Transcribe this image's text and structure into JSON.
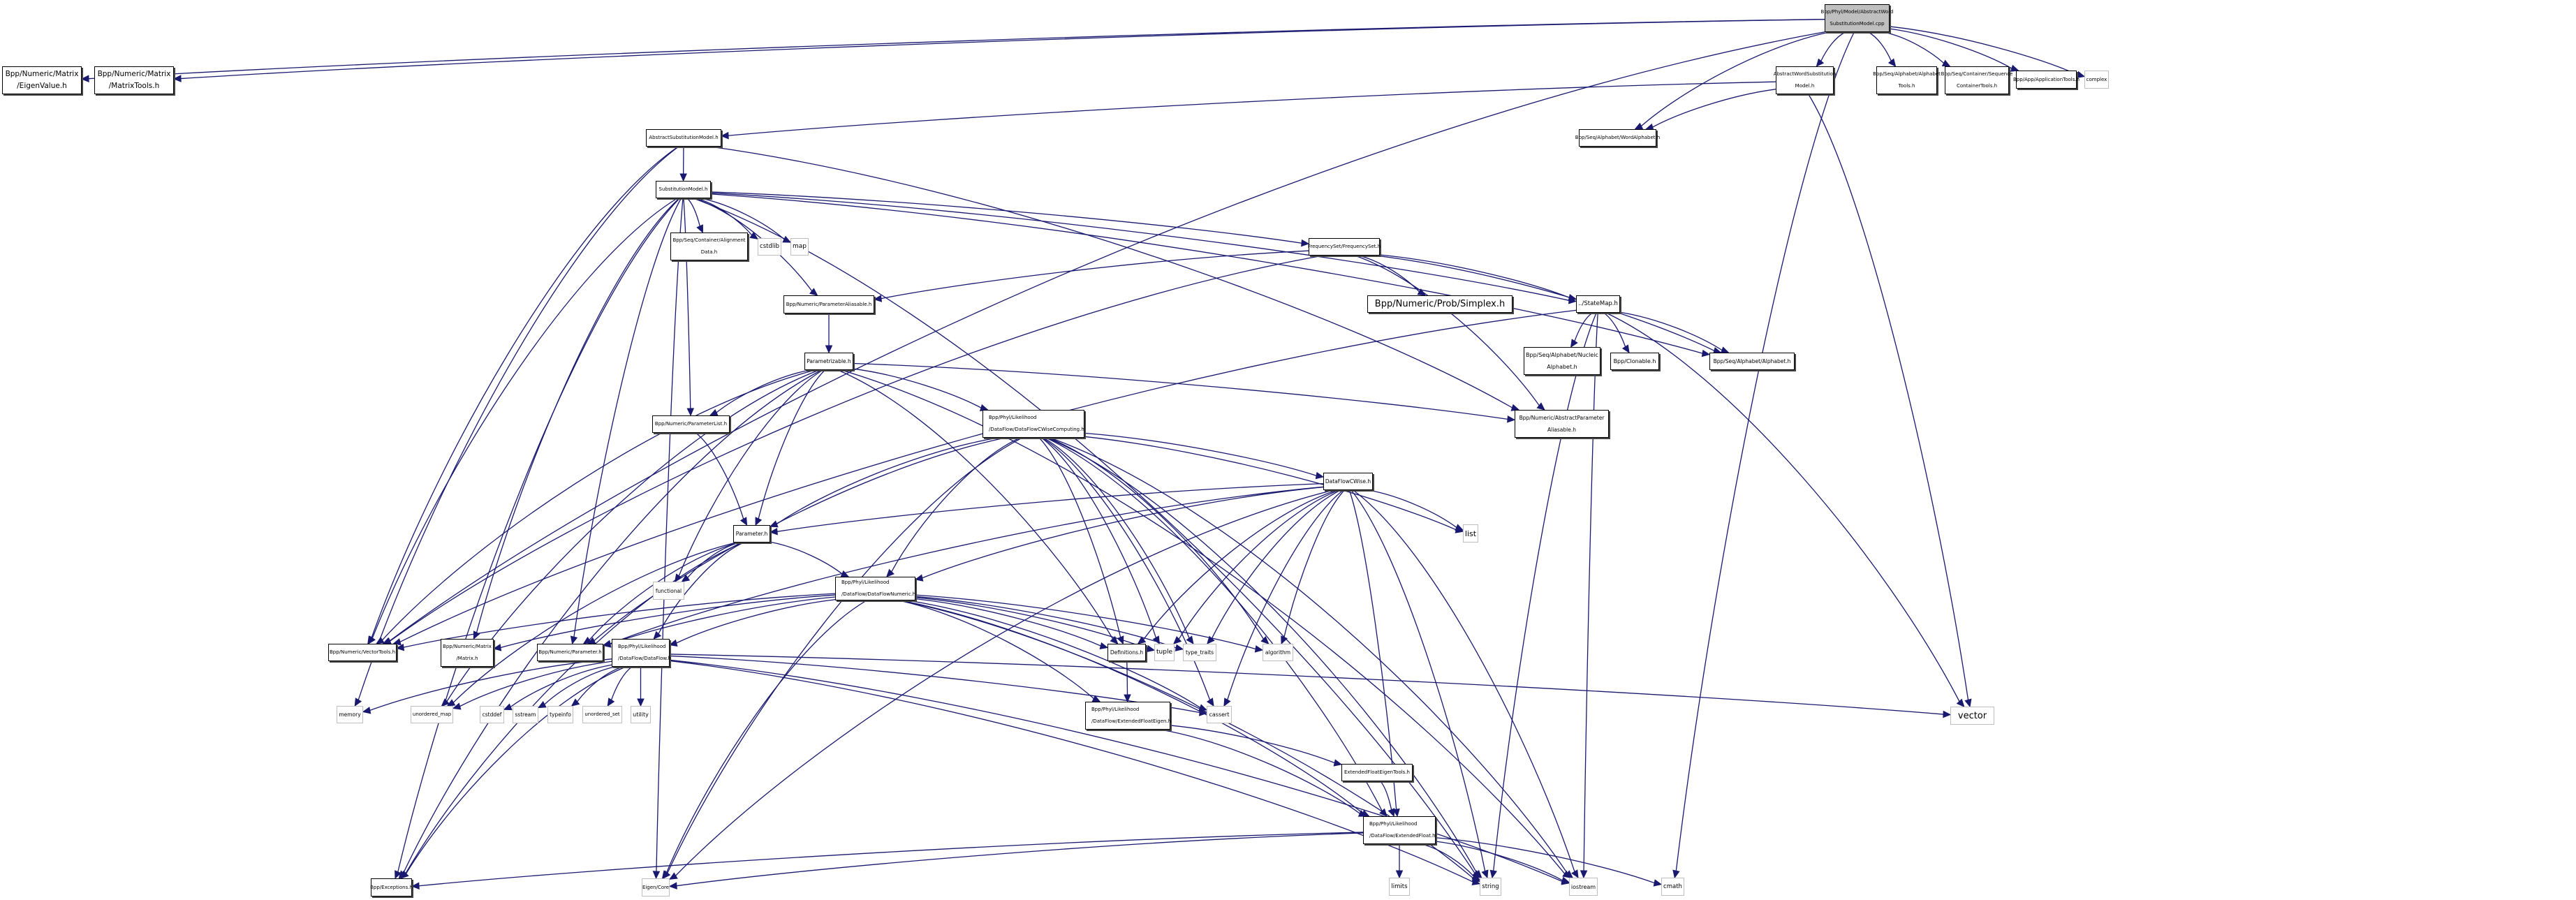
{
  "title": "Bpp/Phyl/Model/AbstractWordSubstitutionModel.cpp include dependency graph",
  "colors": {
    "edge": "#191970",
    "root_fill": "#bfbfbf",
    "system_border": "#bfbfbf",
    "node_border": "#000000"
  },
  "nodes": [
    {
      "id": "root",
      "label": "Bpp/Phyl/Model/AbstractWord\nSubstitutionModel.cpp",
      "kind": "root"
    },
    {
      "id": "eigenvalue",
      "label": "Bpp/Numeric/Matrix\n/EigenValue.h",
      "kind": "doc"
    },
    {
      "id": "matrixtools",
      "label": "Bpp/Numeric/Matrix\n/MatrixTools.h",
      "kind": "doc"
    },
    {
      "id": "awsm",
      "label": "AbstractWordSubstitution\nModel.h",
      "kind": "doc"
    },
    {
      "id": "alphabettools",
      "label": "Bpp/Seq/Alphabet/Alphabet\nTools.h",
      "kind": "doc"
    },
    {
      "id": "seqcontainertools",
      "label": "Bpp/Seq/Container/Sequence\nContainerTools.h",
      "kind": "doc"
    },
    {
      "id": "apptools",
      "label": "Bpp/App/ApplicationTools.h",
      "kind": "doc"
    },
    {
      "id": "complex",
      "label": "complex",
      "kind": "sys"
    },
    {
      "id": "asm",
      "label": "AbstractSubstitutionModel.h",
      "kind": "doc"
    },
    {
      "id": "wordalphabet",
      "label": "Bpp/Seq/Alphabet/WordAlphabet.h",
      "kind": "doc"
    },
    {
      "id": "sm",
      "label": "SubstitutionModel.h",
      "kind": "doc"
    },
    {
      "id": "alignmentdata",
      "label": "Bpp/Seq/Container/Alignment\nData.h",
      "kind": "doc"
    },
    {
      "id": "cstdlib",
      "label": "cstdlib",
      "kind": "sys"
    },
    {
      "id": "map",
      "label": "map",
      "kind": "sys"
    },
    {
      "id": "freqset",
      "label": "FrequencySet/FrequencySet.h",
      "kind": "doc"
    },
    {
      "id": "paramaliasable",
      "label": "Bpp/Numeric/ParameterAliasable.h",
      "kind": "doc"
    },
    {
      "id": "simplex",
      "label": "Bpp/Numeric/Prob/Simplex.h",
      "kind": "doc"
    },
    {
      "id": "statemap",
      "label": "../StateMap.h",
      "kind": "doc"
    },
    {
      "id": "parametrizable",
      "label": "Parametrizable.h",
      "kind": "doc"
    },
    {
      "id": "nucleicalphabet",
      "label": "Bpp/Seq/Alphabet/Nucleic\nAlphabet.h",
      "kind": "doc"
    },
    {
      "id": "clonable",
      "label": "Bpp/Clonable.h",
      "kind": "doc"
    },
    {
      "id": "alphabet",
      "label": "Bpp/Seq/Alphabet/Alphabet.h",
      "kind": "doc"
    },
    {
      "id": "paramlist",
      "label": "Bpp/Numeric/ParameterList.h",
      "kind": "doc"
    },
    {
      "id": "dfcwc",
      "label": "Bpp/Phyl/Likelihood\n/DataFlow/DataFlowCWiseComputing.h",
      "kind": "doc",
      "align": "left"
    },
    {
      "id": "absparamaliasable",
      "label": "Bpp/Numeric/AbstractParameter\nAliasable.h",
      "kind": "doc"
    },
    {
      "id": "dfcwise",
      "label": "DataFlowCWise.h",
      "kind": "doc"
    },
    {
      "id": "list",
      "label": "list",
      "kind": "sys"
    },
    {
      "id": "parameter_h",
      "label": "Parameter.h",
      "kind": "doc"
    },
    {
      "id": "functional",
      "label": "functional",
      "kind": "sys"
    },
    {
      "id": "dfnumeric",
      "label": "Bpp/Phyl/Likelihood\n/DataFlow/DataFlowNumeric.h",
      "kind": "doc",
      "align": "left"
    },
    {
      "id": "vectortools",
      "label": "Bpp/Numeric/VectorTools.h",
      "kind": "doc"
    },
    {
      "id": "matrix",
      "label": "Bpp/Numeric/Matrix\n/Matrix.h",
      "kind": "doc"
    },
    {
      "id": "numparameter",
      "label": "Bpp/Numeric/Parameter.h",
      "kind": "doc"
    },
    {
      "id": "dataflow",
      "label": "Bpp/Phyl/Likelihood\n/DataFlow/DataFlow.h",
      "kind": "doc",
      "align": "left"
    },
    {
      "id": "definitions",
      "label": "Definitions.h",
      "kind": "doc"
    },
    {
      "id": "tuple",
      "label": "tuple",
      "kind": "sys"
    },
    {
      "id": "typetraits",
      "label": "type_traits",
      "kind": "sys"
    },
    {
      "id": "algorithm",
      "label": "algorithm",
      "kind": "sys"
    },
    {
      "id": "vector",
      "label": "vector",
      "kind": "sys"
    },
    {
      "id": "memory",
      "label": "memory",
      "kind": "sys"
    },
    {
      "id": "unorderedmap",
      "label": "unordered_map",
      "kind": "sys"
    },
    {
      "id": "cstddef",
      "label": "cstddef",
      "kind": "sys"
    },
    {
      "id": "sstream",
      "label": "sstream",
      "kind": "sys"
    },
    {
      "id": "typeinfo",
      "label": "typeinfo",
      "kind": "sys"
    },
    {
      "id": "unorderedset",
      "label": "unordered_set",
      "kind": "sys"
    },
    {
      "id": "utility",
      "label": "utility",
      "kind": "sys"
    },
    {
      "id": "cassert",
      "label": "cassert",
      "kind": "sys"
    },
    {
      "id": "efeigen",
      "label": "Bpp/Phyl/Likelihood\n/DataFlow/ExtendedFloatEigen.h",
      "kind": "doc",
      "align": "left"
    },
    {
      "id": "efeigentools",
      "label": "ExtendedFloatEigenTools.h",
      "kind": "doc"
    },
    {
      "id": "extfloat",
      "label": "Bpp/Phyl/Likelihood\n/DataFlow/ExtendedFloat.h",
      "kind": "doc",
      "align": "left"
    },
    {
      "id": "exceptions",
      "label": "Bpp/Exceptions.h",
      "kind": "doc"
    },
    {
      "id": "eigencore",
      "label": "Eigen/Core",
      "kind": "sys"
    },
    {
      "id": "limits",
      "label": "limits",
      "kind": "sys"
    },
    {
      "id": "string",
      "label": "string",
      "kind": "sys"
    },
    {
      "id": "iostream",
      "label": "iostream",
      "kind": "sys"
    },
    {
      "id": "cmath",
      "label": "cmath",
      "kind": "sys"
    }
  ],
  "edges": [
    [
      "root",
      "eigenvalue"
    ],
    [
      "root",
      "matrixtools"
    ],
    [
      "root",
      "awsm"
    ],
    [
      "root",
      "alphabettools"
    ],
    [
      "root",
      "seqcontainertools"
    ],
    [
      "root",
      "apptools"
    ],
    [
      "root",
      "complex"
    ],
    [
      "root",
      "wordalphabet"
    ],
    [
      "root",
      "vectortools"
    ],
    [
      "root",
      "cmath"
    ],
    [
      "awsm",
      "asm"
    ],
    [
      "awsm",
      "wordalphabet"
    ],
    [
      "awsm",
      "vector"
    ],
    [
      "asm",
      "sm"
    ],
    [
      "asm",
      "vectortools"
    ],
    [
      "asm",
      "absparamaliasable"
    ],
    [
      "asm",
      "memory"
    ],
    [
      "sm",
      "alignmentdata"
    ],
    [
      "sm",
      "cstdlib"
    ],
    [
      "sm",
      "map"
    ],
    [
      "sm",
      "freqset"
    ],
    [
      "sm",
      "paramaliasable"
    ],
    [
      "sm",
      "statemap"
    ],
    [
      "sm",
      "alphabet"
    ],
    [
      "sm",
      "paramlist"
    ],
    [
      "sm",
      "vectortools"
    ],
    [
      "sm",
      "matrix"
    ],
    [
      "sm",
      "numparameter"
    ],
    [
      "sm",
      "exceptions"
    ],
    [
      "sm",
      "eigencore"
    ],
    [
      "sm",
      "string"
    ],
    [
      "freqset",
      "paramaliasable"
    ],
    [
      "freqset",
      "simplex"
    ],
    [
      "freqset",
      "statemap"
    ],
    [
      "freqset",
      "alphabet"
    ],
    [
      "freqset",
      "absparamaliasable"
    ],
    [
      "freqset",
      "vectortools"
    ],
    [
      "statemap",
      "nucleicalphabet"
    ],
    [
      "statemap",
      "clonable"
    ],
    [
      "statemap",
      "alphabet"
    ],
    [
      "statemap",
      "vector"
    ],
    [
      "statemap",
      "string"
    ],
    [
      "statemap",
      "iostream"
    ],
    [
      "statemap",
      "vectortools"
    ],
    [
      "paramaliasable",
      "parametrizable"
    ],
    [
      "parametrizable",
      "paramlist"
    ],
    [
      "parametrizable",
      "parameter_h"
    ],
    [
      "parametrizable",
      "functional"
    ],
    [
      "parametrizable",
      "dfcwc"
    ],
    [
      "parametrizable",
      "absparamaliasable"
    ],
    [
      "parametrizable",
      "vectortools"
    ],
    [
      "parametrizable",
      "exceptions"
    ],
    [
      "parametrizable",
      "unorderedmap"
    ],
    [
      "parametrizable",
      "definitions"
    ],
    [
      "parametrizable",
      "iostream"
    ],
    [
      "paramlist",
      "parameter_h"
    ],
    [
      "dfcwc",
      "dfcwise"
    ],
    [
      "dfcwc",
      "parameter_h"
    ],
    [
      "dfcwc",
      "dfnumeric"
    ],
    [
      "dfcwc",
      "numparameter"
    ],
    [
      "dfcwc",
      "list"
    ],
    [
      "dfcwc",
      "definitions"
    ],
    [
      "dfcwc",
      "tuple"
    ],
    [
      "dfcwc",
      "typetraits"
    ],
    [
      "dfcwc",
      "algorithm"
    ],
    [
      "dfcwc",
      "cassert"
    ],
    [
      "dfcwc",
      "extfloat"
    ],
    [
      "dfcwc",
      "string"
    ],
    [
      "dfcwc",
      "iostream"
    ],
    [
      "dfcwc",
      "eigencore"
    ],
    [
      "dfcwise",
      "parameter_h"
    ],
    [
      "dfcwise",
      "dfnumeric"
    ],
    [
      "dfcwise",
      "numparameter"
    ],
    [
      "dfcwise",
      "list"
    ],
    [
      "dfcwise",
      "definitions"
    ],
    [
      "dfcwise",
      "tuple"
    ],
    [
      "dfcwise",
      "typetraits"
    ],
    [
      "dfcwise",
      "algorithm"
    ],
    [
      "dfcwise",
      "cassert"
    ],
    [
      "dfcwise",
      "extfloat"
    ],
    [
      "dfcwise",
      "string"
    ],
    [
      "dfcwise",
      "iostream"
    ],
    [
      "dfcwise",
      "eigencore"
    ],
    [
      "parameter_h",
      "functional"
    ],
    [
      "parameter_h",
      "dfnumeric"
    ],
    [
      "parameter_h",
      "numparameter"
    ],
    [
      "parameter_h",
      "dataflow"
    ],
    [
      "parameter_h",
      "exceptions"
    ],
    [
      "parameter_h",
      "unorderedmap"
    ],
    [
      "dfnumeric",
      "vectortools"
    ],
    [
      "dfnumeric",
      "matrix"
    ],
    [
      "dfnumeric",
      "numparameter"
    ],
    [
      "dfnumeric",
      "dataflow"
    ],
    [
      "dfnumeric",
      "definitions"
    ],
    [
      "dfnumeric",
      "tuple"
    ],
    [
      "dfnumeric",
      "typetraits"
    ],
    [
      "dfnumeric",
      "algorithm"
    ],
    [
      "dfnumeric",
      "cassert"
    ],
    [
      "dfnumeric",
      "efeigen"
    ],
    [
      "dfnumeric",
      "extfloat"
    ],
    [
      "dfnumeric",
      "eigencore"
    ],
    [
      "dfnumeric",
      "string"
    ],
    [
      "dataflow",
      "memory"
    ],
    [
      "dataflow",
      "unorderedmap"
    ],
    [
      "dataflow",
      "cstddef"
    ],
    [
      "dataflow",
      "sstream"
    ],
    [
      "dataflow",
      "typeinfo"
    ],
    [
      "dataflow",
      "unorderedset"
    ],
    [
      "dataflow",
      "utility"
    ],
    [
      "dataflow",
      "cassert"
    ],
    [
      "dataflow",
      "vector"
    ],
    [
      "dataflow",
      "exceptions"
    ],
    [
      "dataflow",
      "string"
    ],
    [
      "dataflow",
      "iostream"
    ],
    [
      "definitions",
      "efeigen"
    ],
    [
      "efeigen",
      "efeigentools"
    ],
    [
      "efeigen",
      "extfloat"
    ],
    [
      "efeigentools",
      "extfloat"
    ],
    [
      "extfloat",
      "exceptions"
    ],
    [
      "extfloat",
      "eigencore"
    ],
    [
      "extfloat",
      "limits"
    ],
    [
      "extfloat",
      "string"
    ],
    [
      "extfloat",
      "iostream"
    ],
    [
      "extfloat",
      "cmath"
    ]
  ]
}
